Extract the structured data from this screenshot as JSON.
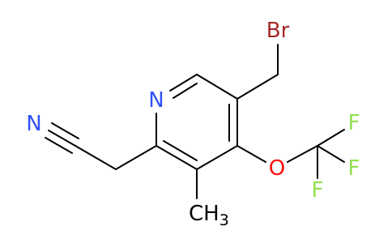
{
  "molecule": {
    "atoms": {
      "n_ring": {
        "text": "N",
        "color": "#3050F8"
      },
      "n_nitrile": {
        "text": "N",
        "color": "#3050F8"
      },
      "bromine": {
        "text": "Br",
        "color": "#A62929"
      },
      "oxygen": {
        "text": "O",
        "color": "#FF0D0D"
      },
      "fluorine_top": {
        "text": "F",
        "color": "#90E050"
      },
      "fluorine_right": {
        "text": "F",
        "color": "#90E050"
      },
      "fluorine_bottom": {
        "text": "F",
        "color": "#90E050"
      },
      "methyl": {
        "text": "CH",
        "subscript": "3",
        "color": "#000000"
      }
    },
    "bond_color": "#000000"
  }
}
